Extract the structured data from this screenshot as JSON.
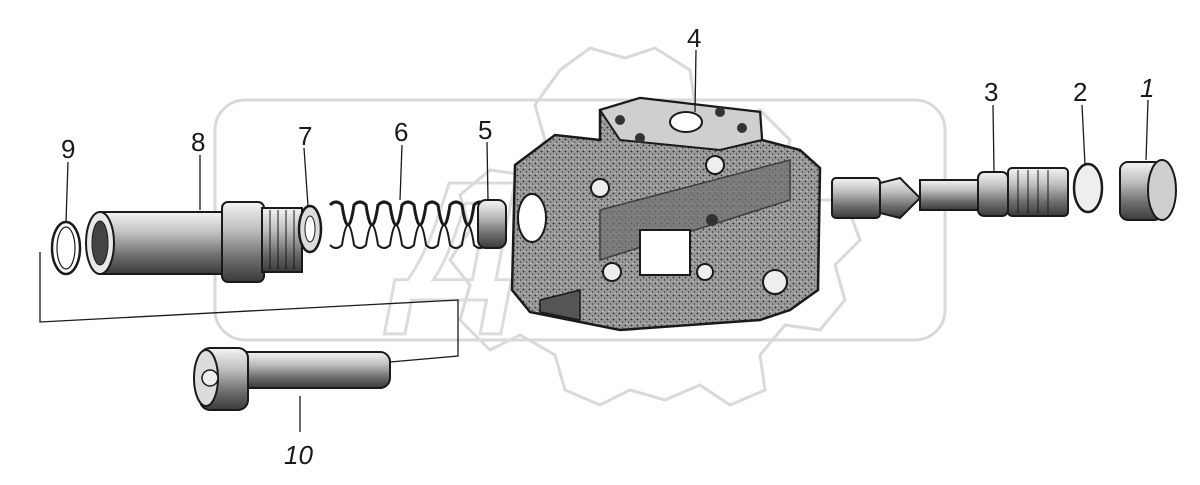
{
  "watermark": {
    "text": "ДЭИ",
    "color": "#d9d9d9"
  },
  "colors": {
    "ink": "#1a1a1a",
    "body_fill": "#8c8c8c",
    "metal_fill": "#bdbdbd",
    "paper": "#ffffff"
  },
  "callouts": [
    {
      "id": "1",
      "label": "1"
    },
    {
      "id": "2",
      "label": "2"
    },
    {
      "id": "3",
      "label": "3"
    },
    {
      "id": "4",
      "label": "4"
    },
    {
      "id": "5",
      "label": "5"
    },
    {
      "id": "6",
      "label": "6"
    },
    {
      "id": "7",
      "label": "7"
    },
    {
      "id": "8",
      "label": "8"
    },
    {
      "id": "9",
      "label": "9"
    },
    {
      "id": "10",
      "label": "10"
    }
  ]
}
